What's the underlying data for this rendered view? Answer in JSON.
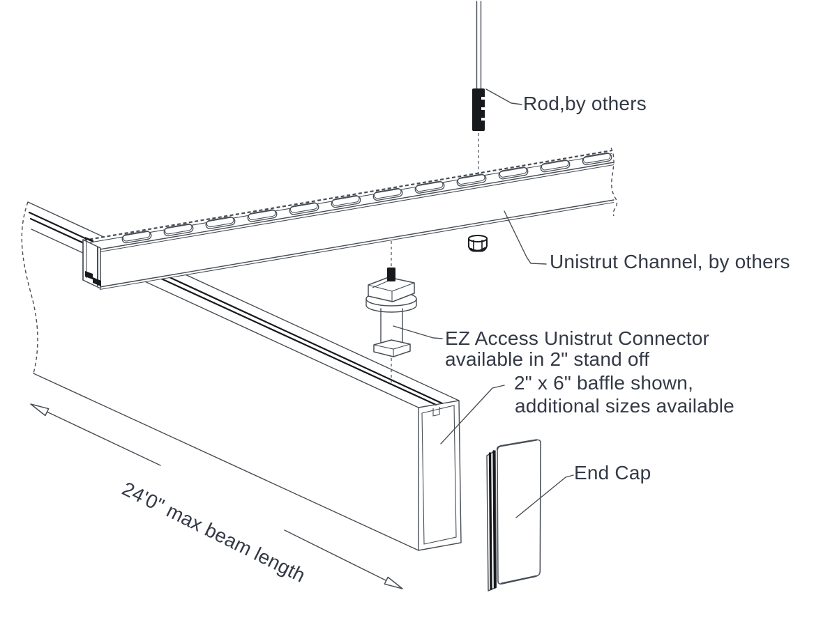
{
  "labels": {
    "rod": "Rod,by others",
    "channel": "Unistrut Channel, by others",
    "connector_line1": "EZ Access Unistrut Connector",
    "connector_line2": "available in 2\" stand off",
    "baffle_line1": "2\" x 6\" baffle shown,",
    "baffle_line2": "additional sizes available",
    "end_cap": "End Cap",
    "dimension": "24'0\" max beam length"
  },
  "colors": {
    "line": "#474d55",
    "dark": "#17191c",
    "text": "#333945",
    "background": "#ffffff"
  }
}
